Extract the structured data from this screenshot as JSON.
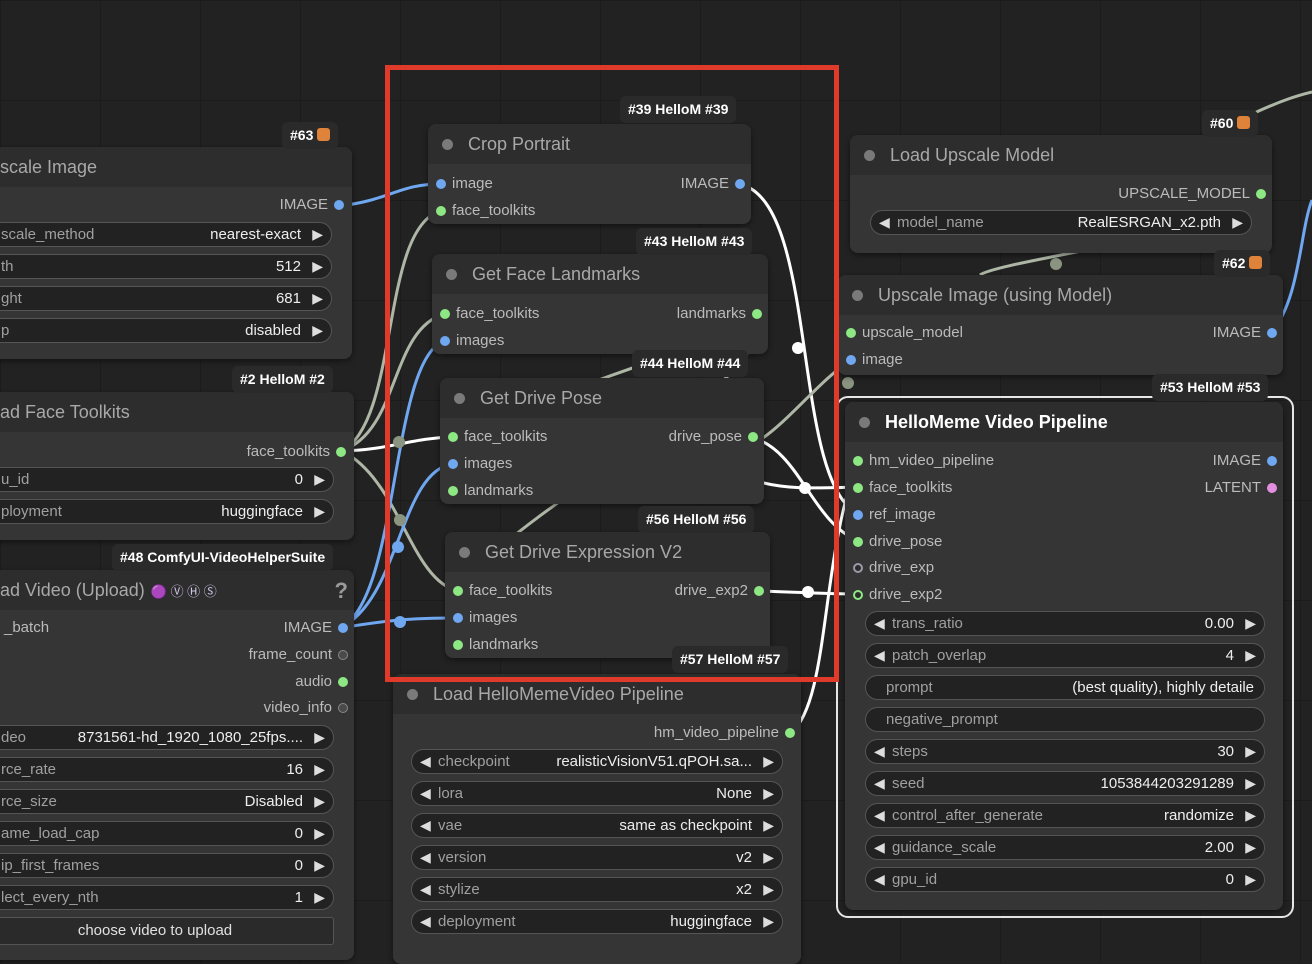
{
  "badges": {
    "b63": "#63",
    "b39": "#39 HelloM",
    "b39b": "#39",
    "b60": "#60",
    "b62": "#62",
    "b43": "#43 HelloM",
    "b43b": "#43",
    "b44": "#44 HelloM",
    "b44b": "#44",
    "b2": "#2 HelloM",
    "b2b": "#2",
    "b53": "#53 HelloM",
    "b53b": "#53",
    "b56": "#56 HelloM",
    "b56b": "#56",
    "b48": "#48 ComfyUI-VideoHelperSuite",
    "b57": "#57 HelloM",
    "b57b": "#57"
  },
  "upscale_image": {
    "title": "scale Image",
    "out_image": "IMAGE",
    "w_method_label": "scale_method",
    "w_method_value": "nearest-exact",
    "w_width_label": "th",
    "w_width_value": "512",
    "w_height_label": "ght",
    "w_height_value": "681",
    "w_crop_label": "p",
    "w_crop_value": "disabled"
  },
  "load_face_toolkits": {
    "title": "ad Face Toolkits",
    "out_face_toolkits": "face_toolkits",
    "w_gpu_label": "u_id",
    "w_gpu_value": "0",
    "w_deploy_label": "ployment",
    "w_deploy_value": "huggingface"
  },
  "load_video": {
    "title": "ad Video (Upload)",
    "icons": "🟣 Ⓥ Ⓗ Ⓢ",
    "qmark": "?",
    "out_image_label": "_batch",
    "out_image": "IMAGE",
    "out_frame_count": "frame_count",
    "out_audio": "audio",
    "out_video_info": "video_info",
    "w_video_label": "deo",
    "w_video_value": "8731561-hd_1920_1080_25fps....",
    "w_rate_label": "rce_rate",
    "w_rate_value": "16",
    "w_size_label": "rce_size",
    "w_size_value": "Disabled",
    "w_cap_label": "ame_load_cap",
    "w_cap_value": "0",
    "w_skip_label": "ip_first_frames",
    "w_skip_value": "0",
    "w_nth_label": "lect_every_nth",
    "w_nth_value": "1",
    "upload_button": "choose video to upload"
  },
  "crop_portrait": {
    "title": "Crop Portrait",
    "in_image": "image",
    "in_face_toolkits": "face_toolkits",
    "out_image": "IMAGE"
  },
  "get_face_landmarks": {
    "title": "Get Face Landmarks",
    "in_face_toolkits": "face_toolkits",
    "in_images": "images",
    "out_landmarks": "landmarks"
  },
  "get_drive_pose": {
    "title": "Get Drive Pose",
    "in_face_toolkits": "face_toolkits",
    "in_images": "images",
    "in_landmarks": "landmarks",
    "out_drive_pose": "drive_pose"
  },
  "get_drive_expression": {
    "title": "Get Drive Expression V2",
    "in_face_toolkits": "face_toolkits",
    "in_images": "images",
    "in_landmarks": "landmarks",
    "out_drive_exp2": "drive_exp2"
  },
  "load_pipeline": {
    "title": "Load HelloMemeVideo Pipeline",
    "out_pipeline": "hm_video_pipeline",
    "w_checkpoint_label": "checkpoint",
    "w_checkpoint_value": "realisticVisionV51.qPOH.sa...",
    "w_lora_label": "lora",
    "w_lora_value": "None",
    "w_vae_label": "vae",
    "w_vae_value": "same as checkpoint",
    "w_version_label": "version",
    "w_version_value": "v2",
    "w_stylize_label": "stylize",
    "w_stylize_value": "x2",
    "w_deploy_label": "deployment",
    "w_deploy_value": "huggingface"
  },
  "load_upscale_model": {
    "title": "Load Upscale Model",
    "out_model": "UPSCALE_MODEL",
    "w_model_label": "model_name",
    "w_model_value": "RealESRGAN_x2.pth"
  },
  "upscale_with_model": {
    "title": "Upscale Image (using Model)",
    "in_upscale_model": "upscale_model",
    "in_image": "image",
    "out_image": "IMAGE"
  },
  "video_pipeline": {
    "title": "HelloMeme Video Pipeline",
    "in_hm_video_pipeline": "hm_video_pipeline",
    "in_face_toolkits": "face_toolkits",
    "in_ref_image": "ref_image",
    "in_drive_pose": "drive_pose",
    "in_drive_exp": "drive_exp",
    "in_drive_exp2": "drive_exp2",
    "out_image": "IMAGE",
    "out_latent": "LATENT",
    "w_trans_label": "trans_ratio",
    "w_trans_value": "0.00",
    "w_patch_label": "patch_overlap",
    "w_patch_value": "4",
    "w_prompt_label": "prompt",
    "w_prompt_value": "(best quality), highly detaile",
    "w_neg_label": "negative_prompt",
    "w_neg_value": "",
    "w_steps_label": "steps",
    "w_steps_value": "30",
    "w_seed_label": "seed",
    "w_seed_value": "1053844203291289",
    "w_control_label": "control_after_generate",
    "w_control_value": "randomize",
    "w_guidance_label": "guidance_scale",
    "w_guidance_value": "2.00",
    "w_gpu_label": "gpu_id",
    "w_gpu_value": "0"
  },
  "colors": {
    "link_image": "#6fa7f0",
    "link_face": "#b8c2b0",
    "link_white": "#ffffff",
    "highlight": "#e03a2a",
    "socket_green": "#8de884",
    "socket_blue": "#6fa7f0",
    "socket_pink": "#e48ee0"
  }
}
